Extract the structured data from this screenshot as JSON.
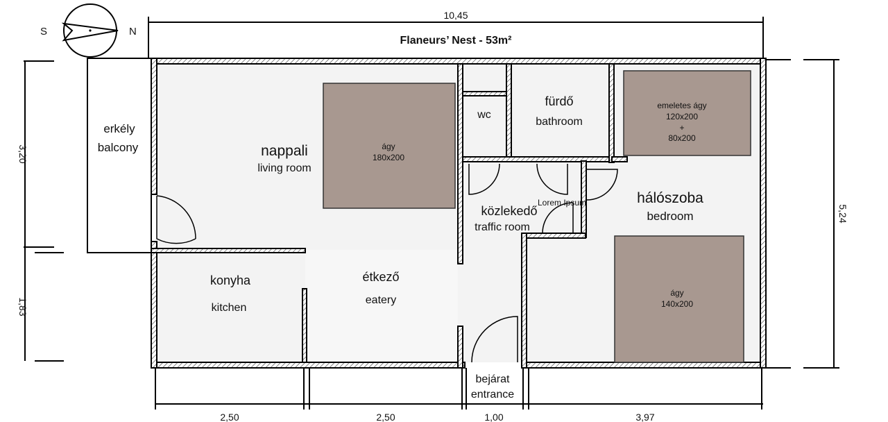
{
  "title": "Flaneurs’ Nest - 53m²",
  "compass": {
    "south": "S",
    "north": "N"
  },
  "dimensions": {
    "top_total": "10,45",
    "left_upper": "3,20",
    "left_lower": "1,83",
    "right_total": "5,24",
    "bottom": [
      "2,50",
      "2,50",
      "1,00",
      "3,97"
    ]
  },
  "rooms": {
    "balcony": {
      "hu": "erkély",
      "en": "balcony"
    },
    "living": {
      "hu": "nappali",
      "en": "living room"
    },
    "kitchen": {
      "hu": "konyha",
      "en": "kitchen"
    },
    "eatery": {
      "hu": "étkező",
      "en": "eatery"
    },
    "wc": {
      "hu": "wc"
    },
    "bathroom": {
      "hu": "fürdő",
      "en": "bathroom"
    },
    "traffic": {
      "hu": "közlekedő",
      "en": "traffic room"
    },
    "lorem": "Lorem Ipsum",
    "bedroom": {
      "hu": "hálószoba",
      "en": "bedroom"
    },
    "entrance": {
      "hu": "bejárat",
      "en": "entrance"
    }
  },
  "furniture": {
    "living_bed": {
      "name": "ágy",
      "size": "180x200"
    },
    "bunk_bed": {
      "name": "emeletes ágy",
      "size1": "120x200",
      "plus": "+",
      "size2": "80x200"
    },
    "bedroom_bed": {
      "name": "ágy",
      "size": "140x200"
    }
  }
}
